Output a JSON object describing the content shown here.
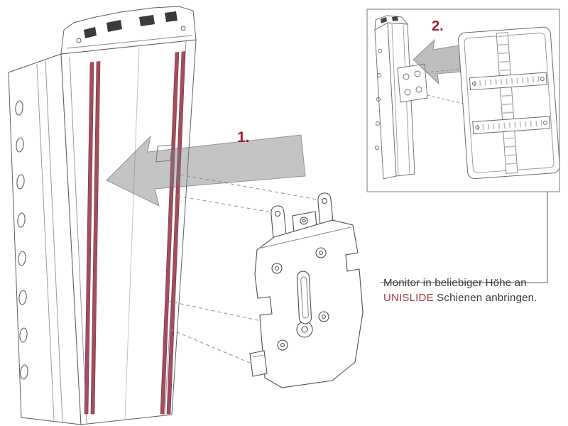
{
  "labels": {
    "step1": "1.",
    "step2": "2."
  },
  "caption": {
    "line1": "Monitor in beliebiger Höhe an",
    "brand": "UNISLIDE",
    "line2": " Schienen anbringen."
  },
  "colors": {
    "accent_red": "#9e1b2f",
    "brand_red": "#a93a46",
    "rail_red": "#a34e5e",
    "arrow_gray": "#7d7d7d",
    "line_gray": "#5a5a5a",
    "text_gray": "#3a3a3a",
    "background": "#ffffff"
  }
}
